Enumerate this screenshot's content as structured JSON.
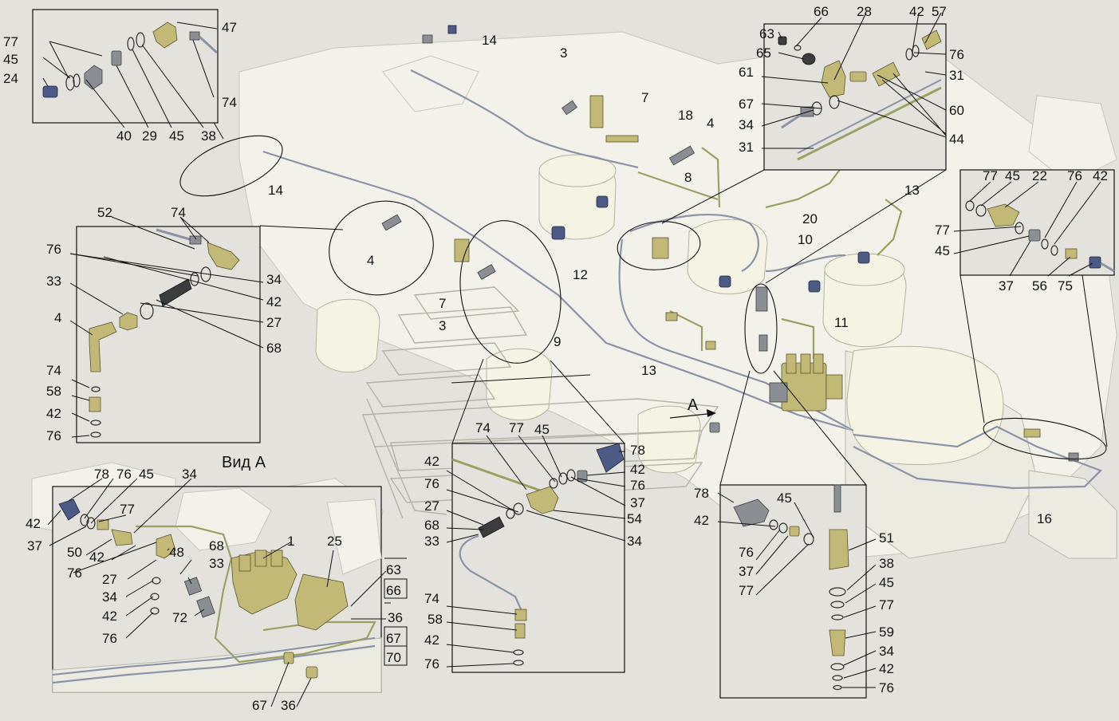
{
  "view_title": "Вид А",
  "view_marker": "A",
  "callouts": {
    "inset_tl": [
      "77",
      "45",
      "24",
      "40",
      "29",
      "45",
      "38",
      "47",
      "74"
    ],
    "inset_ml": [
      "52",
      "74",
      "76",
      "33",
      "4",
      "34",
      "42",
      "27",
      "68",
      "74",
      "58",
      "42",
      "76"
    ],
    "main": [
      "14",
      "14",
      "3",
      "7",
      "18",
      "4",
      "8",
      "4",
      "7",
      "3",
      "9",
      "12",
      "13",
      "10",
      "20",
      "11",
      "13",
      "16"
    ],
    "inset_tr": [
      "63",
      "66",
      "28",
      "42",
      "57",
      "65",
      "76",
      "61",
      "31",
      "67",
      "60",
      "34",
      "44",
      "31"
    ],
    "inset_r": [
      "77",
      "45",
      "22",
      "76",
      "42",
      "77",
      "45",
      "37",
      "56",
      "75"
    ],
    "inset_center": [
      "74",
      "77",
      "45",
      "78",
      "42",
      "42",
      "76",
      "76",
      "37",
      "27",
      "54",
      "68",
      "33",
      "34",
      "74",
      "58",
      "42",
      "76"
    ],
    "inset_br": [
      "78",
      "45",
      "42",
      "51",
      "76",
      "37",
      "77",
      "38",
      "45",
      "77",
      "59",
      "34",
      "42",
      "76"
    ],
    "inset_bl": [
      "78",
      "76",
      "45",
      "34",
      "42",
      "77",
      "37",
      "50",
      "42",
      "48",
      "68",
      "76",
      "27",
      "33",
      "1",
      "25",
      "34",
      "42",
      "76",
      "72",
      "63",
      "66",
      "36",
      "67",
      "70",
      "67",
      "36"
    ]
  }
}
